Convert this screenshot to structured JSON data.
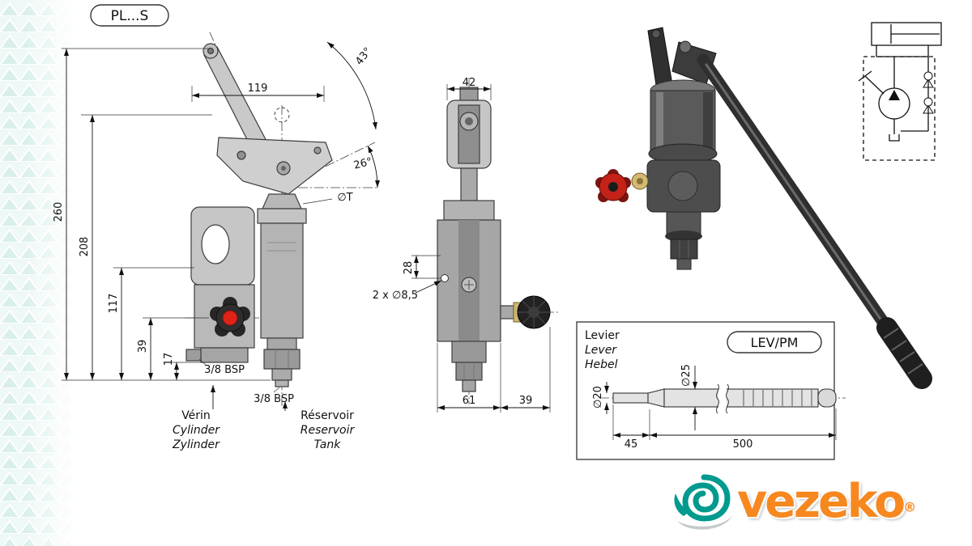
{
  "colors": {
    "brand_orange": "#f6881f",
    "brand_teal": "#009a8e",
    "knob_red": "#e02318",
    "pattern_teal": "#d9efeb"
  },
  "badges": {
    "model": "PL...S",
    "lever": "LEV/PM"
  },
  "front_view": {
    "dim_119": "119",
    "dim_43deg": "43°",
    "dim_26deg": "26°",
    "dim_diaT": "∅T",
    "dim_260": "260",
    "dim_208": "208",
    "dim_117": "117",
    "dim_39": "39",
    "dim_17": "17",
    "port_top": "3/8 BSP",
    "port_bottom": "3/8 BSP",
    "cylinder_fr": "Vérin",
    "cylinder_en": "Cylinder",
    "cylinder_de": "Zylinder",
    "tank_fr": "Réservoir",
    "tank_en": "Reservoir",
    "tank_de": "Tank"
  },
  "side_view": {
    "dim_42": "42",
    "dim_28": "28",
    "dim_holes": "2 x ∅8,5",
    "dim_61": "61",
    "dim_39": "39"
  },
  "lever_detail": {
    "title_fr": "Levier",
    "title_en": "Lever",
    "title_de": "Hebel",
    "dim_dia25": "∅25",
    "dim_dia20": "∅20",
    "dim_45": "45",
    "dim_500": "500"
  },
  "logo": {
    "wordmark": "vezeko",
    "registered": "®"
  }
}
